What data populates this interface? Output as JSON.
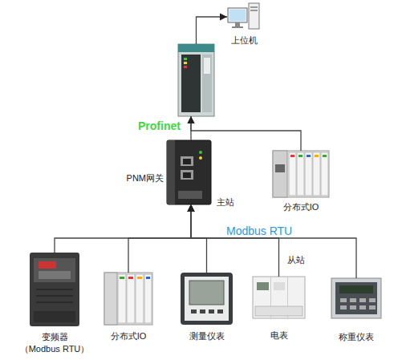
{
  "diagram": {
    "nodes": [
      {
        "text": [
          "上位机"
        ]
      },
      {
        "text": []
      },
      {
        "text": [
          "PNM网关",
          "主站"
        ]
      },
      {
        "text": [
          "分布式IO"
        ]
      },
      {
        "text": [
          "变频器",
          "（Modbus RTU）"
        ]
      },
      {
        "text": [
          "分布式IO"
        ]
      },
      {
        "text": [
          "测量仪表"
        ]
      },
      {
        "text": [
          "电表"
        ]
      },
      {
        "text": [
          "称重仪表"
        ]
      }
    ],
    "edges": [
      {
        "from": 1,
        "to": 0,
        "arrow": "to"
      },
      {
        "from": 2,
        "to": 1,
        "arrow": "to",
        "label": "Profinet"
      },
      {
        "from": 3,
        "to": 1,
        "arrow": "to"
      },
      {
        "from": 4,
        "to": 2,
        "arrow": "to"
      },
      {
        "from": 5,
        "to": 2,
        "arrow": "to"
      },
      {
        "from": 6,
        "to": 2,
        "arrow": "to"
      },
      {
        "from": 7,
        "to": 2,
        "arrow": "to",
        "label": "Modbus RTU"
      },
      {
        "from": 8,
        "to": 2,
        "arrow": "to"
      }
    ],
    "labels": [
      "从站"
    ]
  }
}
